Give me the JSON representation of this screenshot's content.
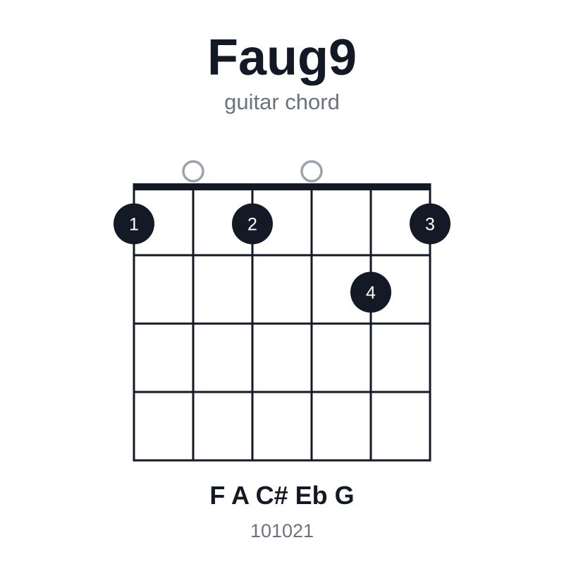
{
  "chord": {
    "name": "Faug9",
    "instrument": "guitar chord",
    "notes": "F A C# Eb G",
    "fingering": "101021"
  },
  "diagram": {
    "strings": 6,
    "frets": 4,
    "open_strings": [
      2,
      4
    ],
    "fingers": [
      {
        "string": 1,
        "fret": 1,
        "label": "1"
      },
      {
        "string": 3,
        "fret": 1,
        "label": "2"
      },
      {
        "string": 6,
        "fret": 1,
        "label": "3"
      },
      {
        "string": 5,
        "fret": 2,
        "label": "4"
      }
    ]
  },
  "colors": {
    "ink": "#131a26",
    "open_marker": "#9ca3af",
    "muted_text": "#6b7280",
    "finger_text": "#ffffff"
  }
}
